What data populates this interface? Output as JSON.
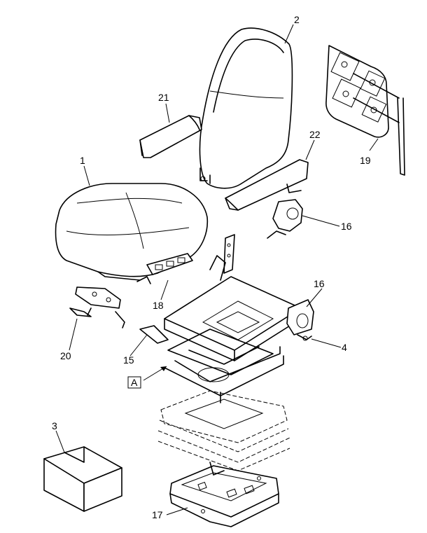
{
  "callouts": {
    "c1": "1",
    "c2": "2",
    "c3": "3",
    "c4": "4",
    "c15": "15",
    "c16a": "16",
    "c16b": "16",
    "c17": "17",
    "c18": "18",
    "c19": "19",
    "c20": "20",
    "c21": "21",
    "c22": "22",
    "cA": "A"
  },
  "colors": {
    "line": "#000000",
    "background": "#ffffff"
  }
}
